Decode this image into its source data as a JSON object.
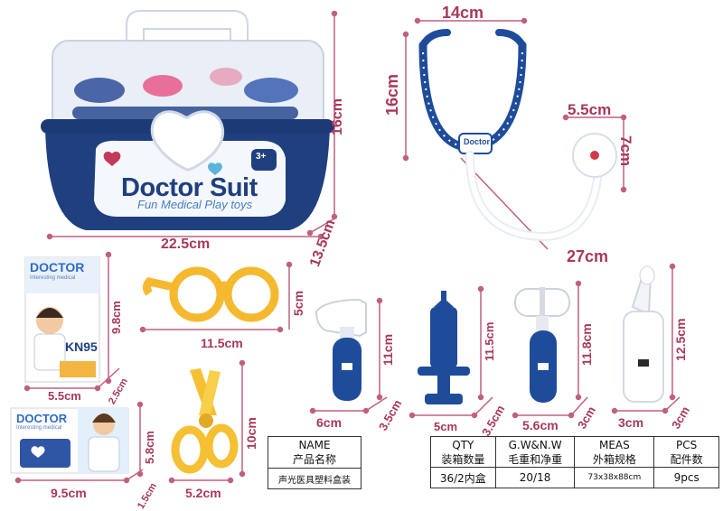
{
  "colors": {
    "navy": "#1f3f7f",
    "dim": "#a8385a",
    "yellow": "#f5c033"
  },
  "case": {
    "brand": "Doctor Suit",
    "tagline": "Fun Medical Play toys",
    "age_badge": "3+",
    "dims": {
      "width": "22.5cm",
      "height": "16cm",
      "depth": "13.5cm"
    }
  },
  "stethoscope": {
    "badge": "Doctor",
    "dims": {
      "top": "14cm",
      "left": "16cm",
      "chest_w": "5.5cm",
      "chest_h": "7cm",
      "length": "27cm"
    }
  },
  "mask_card": {
    "logo": "DOCTOR",
    "sub": "Interesting medical",
    "badge": "KN95",
    "dims": {
      "width": "5.5cm",
      "height": "9.8cm",
      "depth": "2.5cm"
    }
  },
  "glasses": {
    "dims": {
      "width": "11.5cm",
      "height": "5cm"
    }
  },
  "scissors": {
    "dims": {
      "width": "5.2cm",
      "height": "10cm"
    }
  },
  "book": {
    "logo": "DOCTOR",
    "sub": "Interesting medical",
    "dims": {
      "width": "9.5cm",
      "height": "5.8cm",
      "depth": "1.5cm"
    }
  },
  "hammer": {
    "dims": {
      "width": "6cm",
      "height": "11cm",
      "depth": "3.5cm"
    }
  },
  "syringe": {
    "dims": {
      "width": "5cm",
      "height": "11.5cm",
      "depth": "3.5cm"
    }
  },
  "reflex": {
    "dims": {
      "width": "5.6cm",
      "height": "11.8cm",
      "depth": "3cm"
    }
  },
  "otoscope": {
    "dims": {
      "width": "3cm",
      "height": "12.5cm",
      "depth": "3cm"
    }
  },
  "table_left": {
    "header_en": "NAME",
    "header_cn": "产品名称",
    "value": "声光医具塑料盒装"
  },
  "table_right": {
    "columns": [
      {
        "en": "QTY",
        "cn": "装箱数量",
        "value": "36/2内盒"
      },
      {
        "en": "G.W&N.W",
        "cn": "毛重和净重",
        "value": "20/18"
      },
      {
        "en": "MEAS",
        "cn": "外箱规格",
        "value": "73x38x88cm"
      },
      {
        "en": "PCS",
        "cn": "配件数",
        "value": "9pcs"
      }
    ]
  }
}
